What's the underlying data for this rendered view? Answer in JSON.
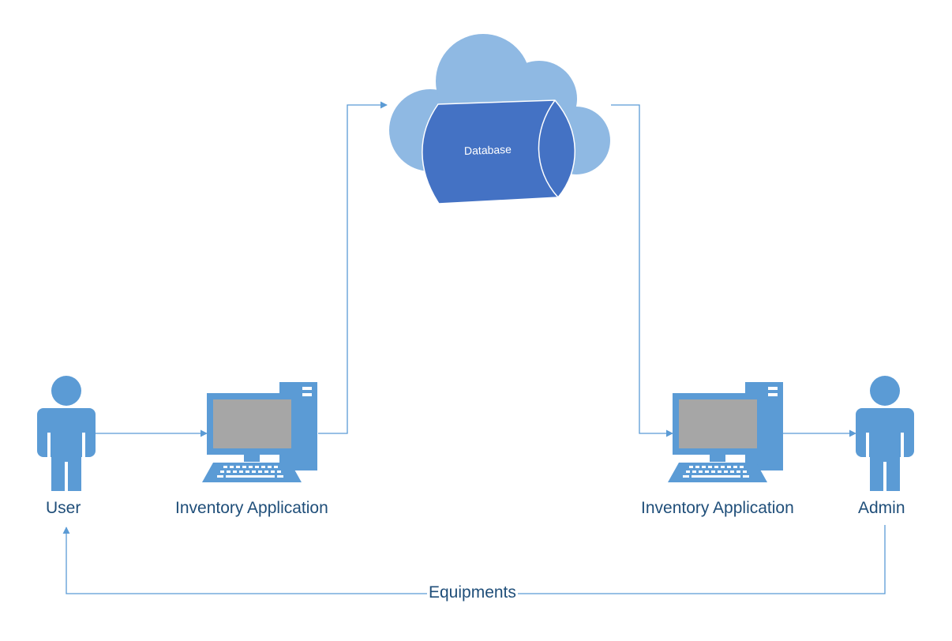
{
  "diagram": {
    "nodes": {
      "user": {
        "label": "User",
        "icon": "person-icon"
      },
      "app_left": {
        "label": "Inventory Application",
        "icon": "desktop-computer-icon"
      },
      "database": {
        "label": "Database",
        "icon": "cloud-database-icon"
      },
      "app_right": {
        "label": "Inventory Application",
        "icon": "desktop-computer-icon"
      },
      "admin": {
        "label": "Admin",
        "icon": "person-icon"
      }
    },
    "edges": [
      {
        "from": "user",
        "to": "app_left",
        "label": ""
      },
      {
        "from": "app_left",
        "to": "database",
        "label": ""
      },
      {
        "from": "database",
        "to": "app_right",
        "label": ""
      },
      {
        "from": "app_right",
        "to": "admin",
        "label": ""
      },
      {
        "from": "admin",
        "to": "user",
        "label": "Equipments"
      }
    ],
    "colors": {
      "icon": "#5b9bd5",
      "cloud": "#8fb9e3",
      "database": "#4472c4",
      "screen": "#a6a6a6",
      "connector": "#5b9bd5",
      "text": "#1f4e79"
    }
  }
}
